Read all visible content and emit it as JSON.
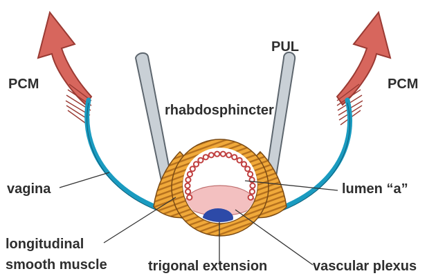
{
  "labels": {
    "pcm_left": "PCM",
    "pcm_right": "PCM",
    "pul": "PUL",
    "rhabdosphincter": "rhabdosphincter",
    "vagina": "vagina",
    "lumen": "lumen “a”",
    "longitudinal_line1": "longitudinal",
    "longitudinal_line2": "smooth muscle",
    "trigonal": "trigonal extension",
    "vascular": "vascular plexus"
  },
  "colors": {
    "pcm_arrow": "#c8564e",
    "vagina": "#1a9bc0",
    "pul_ligament": "#c9d0d6",
    "sphincter": "#f0a93a",
    "sphincter_stripes": "#b5701d",
    "lumen_dots": "#c04040",
    "mucosa": "#f3c0c0",
    "blue_core": "#2d4aa8",
    "leader_line": "#333333"
  }
}
